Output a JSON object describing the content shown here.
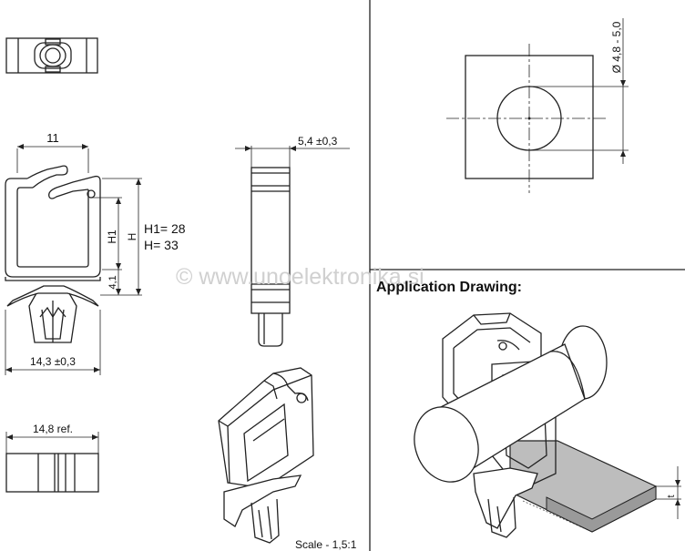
{
  "dimensions": {
    "width_label": "11",
    "base_width_label": "14,3 ±0,3",
    "side_width_label": "5,4 ±0,3",
    "h1_axis_label": "H1",
    "h_axis_label": "H",
    "h1_value_label": "H1= 28",
    "h_value_label": "H=  33",
    "small_gap_label": "4,1",
    "bottom_view_label": "14,8  ref.",
    "hole_diameter_label": "Ø 4,8 - 5,0",
    "thickness_label": "t"
  },
  "watermark": "© www.unoelektronika.si",
  "application_heading": "Application Drawing:",
  "scale_label": "Scale - 1,5:1"
}
